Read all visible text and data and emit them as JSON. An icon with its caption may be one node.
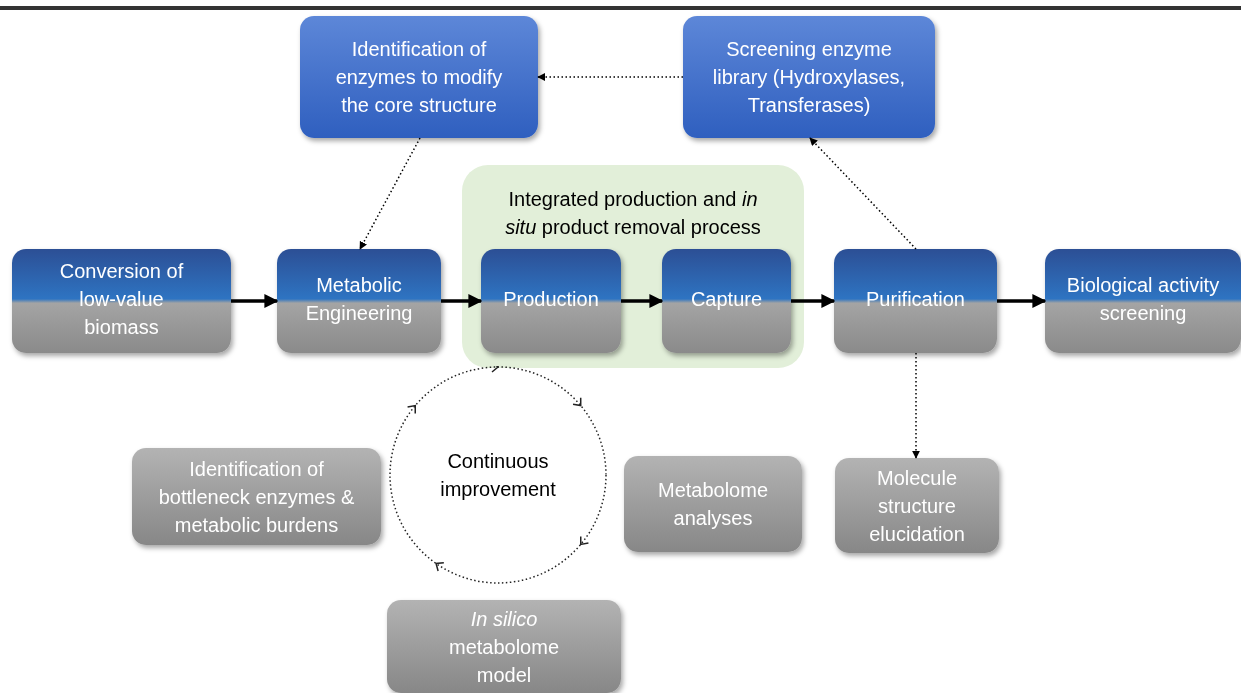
{
  "diagram": {
    "nodes": [
      {
        "text": [
          "Identification of enzymes to modify the core structure"
        ]
      },
      {
        "text": [
          "Screening enzyme library (Hydroxylases, Transferases)"
        ]
      },
      {
        "text": [
          "Conversion of low-value biomass"
        ]
      },
      {
        "text": [
          "Metabolic Engineering"
        ]
      },
      {
        "text": [
          "Integrated production and *in situ* product removal process"
        ]
      },
      {
        "text": [
          "Production"
        ],
        "in": 4
      },
      {
        "text": [
          "Capture"
        ],
        "in": 4
      },
      {
        "text": [
          "Purification"
        ]
      },
      {
        "text": [
          "Biological activity screening"
        ]
      },
      {
        "text": [
          "Continuous improvement"
        ]
      },
      {
        "text": [
          "Identification of bottleneck enzymes & metabolic burdens"
        ]
      },
      {
        "text": [
          "Metabolome analyses"
        ]
      },
      {
        "text": [
          "Molecule structure elucidation"
        ]
      },
      {
        "text": [
          "*In silico* metabolome model"
        ]
      }
    ],
    "edges": [
      {
        "from": 1,
        "to": 0,
        "arrow": "to",
        "style": "dashed"
      },
      {
        "from": 0,
        "to": 3,
        "arrow": "to",
        "style": "dashed"
      },
      {
        "from": 2,
        "to": 3,
        "arrow": "to"
      },
      {
        "from": 3,
        "to": 5,
        "arrow": "to"
      },
      {
        "from": 5,
        "to": 6,
        "arrow": "to"
      },
      {
        "from": 6,
        "to": 7,
        "arrow": "to"
      },
      {
        "from": 7,
        "to": 8,
        "arrow": "to"
      },
      {
        "from": 7,
        "to": 1,
        "arrow": "to",
        "style": "dashed"
      },
      {
        "from": 7,
        "to": 12,
        "arrow": "to",
        "style": "dashed"
      }
    ]
  }
}
